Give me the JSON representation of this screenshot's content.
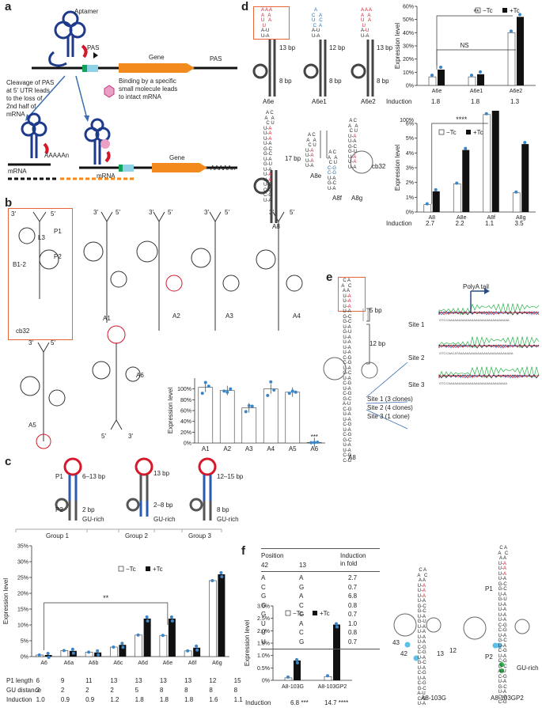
{
  "panels": {
    "a": "a",
    "b": "b",
    "c": "c",
    "d": "d",
    "e": "e",
    "f": "f"
  },
  "panel_a": {
    "aptamer": "Aptamer",
    "pas1": "PAS",
    "gene": "Gene",
    "pas2": "PAS",
    "left_caption": [
      "Cleavage of PAS",
      "at 5′ UTR leads",
      "to the loss of",
      "2nd half of",
      "mRNA"
    ],
    "right_caption": [
      "Binding by a specific",
      "small molecule leads",
      "to intact mRNA"
    ],
    "aaaaa_left": "AAAAAn",
    "aaaaa_right": "AAAAAn",
    "mrna_left": "mRNA",
    "mrna_right": "mRNA",
    "gene2": "Gene"
  },
  "panel_b": {
    "names": [
      "cb32",
      "A1",
      "A2",
      "A3",
      "A4",
      "A5",
      "A6"
    ],
    "labels": {
      "l3": "L3",
      "p1": "P1",
      "p2": "P2",
      "b12": "B1-2"
    },
    "ends": {
      "three": "3′",
      "five": "5′"
    },
    "significance": "***"
  },
  "panel_c": {
    "p1": "P1",
    "p2": "P2",
    "lengths": [
      "6–13 bp",
      "2 bp",
      "13 bp",
      "2–8 bp",
      "12–15 bp",
      "8 bp"
    ],
    "gu_rich": [
      "GU-rich",
      "GU-rich",
      "GU-rich"
    ],
    "groups": [
      "Group 1",
      "Group 2",
      "Group 3"
    ],
    "significance": "**",
    "row_labels": [
      "P1 length",
      "GU distance",
      "Induction"
    ],
    "p1_length": [
      "6",
      "9",
      "11",
      "13",
      "13",
      "13",
      "13",
      "12",
      "15"
    ],
    "gu_distance": [
      "2",
      "2",
      "2",
      "2",
      "5",
      "8",
      "8",
      "8",
      "8"
    ],
    "induction": [
      "1.0",
      "0.9",
      "0.9",
      "1.2",
      "1.8",
      "1.8",
      "1.8",
      "1.6",
      "1.1"
    ]
  },
  "panel_d": {
    "names_top": [
      "A6e",
      "A6e1",
      "A6e2"
    ],
    "names_bottom": [
      "A8",
      "A8e",
      "A8f",
      "A8g",
      "cb32"
    ],
    "lengths": [
      "13 bp",
      "8 bp",
      "12 bp",
      "8 bp",
      "13 bp",
      "8 bp",
      "17 bp"
    ],
    "ns": "NS",
    "sig_top": "**",
    "sig_bottom": "****",
    "induction_label": "Induction",
    "induction_top": [
      "1.8",
      "1.8",
      "1.3"
    ],
    "induction_bottom": [
      "2.7",
      "2.2",
      "1.1",
      "3.5"
    ]
  },
  "panel_e": {
    "name": "A8",
    "lengths": [
      "5 bp",
      "12 bp"
    ],
    "polya": "PolyA tail",
    "sites": [
      "Site 1",
      "Site 2",
      "Site 3"
    ],
    "clones": [
      "Site 1 (3 clones)",
      "Site 2 (4 clones)",
      "Site 3 (1 clone)"
    ],
    "trace_seqs": [
      "GTCCAAAAAAAAAAAAAAAAAAAAAAAAAAAAA",
      "GTCCAACATAAAAAAAAAAAAAAAAAAAAAAAAAA",
      "GTCCAAAAAAAAAAAAAAAAAAAAAAAAAAAA"
    ]
  },
  "panel_f": {
    "table_header": [
      "Position",
      "Induction\nin fold"
    ],
    "pos_header": [
      "42",
      "13"
    ],
    "rows": [
      [
        "A",
        "A",
        "2.7"
      ],
      [
        "C",
        "G",
        "0.7"
      ],
      [
        "G",
        "A",
        "6.8"
      ],
      [
        "G",
        "C",
        "0.8"
      ],
      [
        "G",
        "G",
        "0.7"
      ],
      [
        "U",
        "A",
        "1.0"
      ],
      [
        "U",
        "C",
        "0.8"
      ],
      [
        "U",
        "G",
        "0.7"
      ]
    ],
    "structure_names": [
      "A8-103G",
      "A8-103GP2"
    ],
    "struct_labels": {
      "p1": "P1",
      "p2": "P2",
      "gu": "GU-rich",
      "n43": "43",
      "n42": "42",
      "n13": "13",
      "n12": "12"
    },
    "induction_label": "Induction",
    "induction": [
      "6.8 ***",
      "14.7 ****"
    ]
  },
  "chart_data": [
    {
      "type": "bar",
      "panel": "b",
      "categories": [
        "A1",
        "A2",
        "A3",
        "A4",
        "A5",
        "A6"
      ],
      "values": [
        103,
        97,
        65,
        100,
        94,
        1
      ],
      "points": [
        [
          92,
          112,
          105
        ],
        [
          96,
          94,
          100
        ],
        [
          58,
          69,
          68
        ],
        [
          88,
          113,
          98
        ],
        [
          92,
          96,
          94
        ],
        [
          0.5,
          1,
          1.5
        ]
      ],
      "ylabel": "Expression level",
      "yticks": [
        "0%",
        "20%",
        "40%",
        "60%",
        "80%",
        "100%"
      ],
      "ylim": [
        0,
        120
      ]
    },
    {
      "type": "bar",
      "panel": "c",
      "categories": [
        "A6",
        "A6a",
        "A6b",
        "A6c",
        "A6d",
        "A6e",
        "A6f",
        "A6g"
      ],
      "series": [
        {
          "name": "−Tc",
          "values": [
            0.5,
            1.9,
            1.4,
            3.0,
            6.8,
            6.7,
            1.8,
            24
          ]
        },
        {
          "name": "+Tc",
          "values": [
            0.5,
            1.8,
            1.3,
            3.7,
            12.0,
            12.0,
            2.8,
            26
          ]
        }
      ],
      "ylabel": "Expression level",
      "yticks": [
        "0%",
        "5%",
        "10%",
        "15%",
        "20%",
        "25%",
        "30%",
        "35%"
      ],
      "ylim": [
        0,
        35
      ]
    },
    {
      "type": "bar",
      "panel": "d-top",
      "categories": [
        "A6e",
        "A6e1",
        "A6e2"
      ],
      "series": [
        {
          "name": "−Tc",
          "values": [
            6.5,
            6.5,
            40
          ]
        },
        {
          "name": "+Tc",
          "values": [
            12,
            8.5,
            52
          ]
        }
      ],
      "ylabel": "Expression level",
      "yticks": [
        "0%",
        "10%",
        "20%",
        "30%",
        "40%",
        "50%",
        "60%"
      ],
      "ylim": [
        0,
        60
      ]
    },
    {
      "type": "bar",
      "panel": "d-bottom",
      "categories": [
        "A8",
        "A8e",
        "A8f",
        "A8g"
      ],
      "series": [
        {
          "name": "−Tc",
          "values": [
            0.5,
            1.9,
            102,
            1.3
          ]
        },
        {
          "name": "+Tc",
          "values": [
            1.4,
            4.2,
            118,
            4.6
          ]
        }
      ],
      "ylabel": "Expression level",
      "yticks": [
        "0%",
        "1%",
        "2%",
        "3%",
        "4%",
        "5%",
        "6%",
        "100%"
      ],
      "ylim": [
        0,
        6
      ]
    },
    {
      "type": "bar",
      "panel": "f",
      "categories": [
        "A8-103G",
        "A8-103GP2"
      ],
      "series": [
        {
          "name": "−Tc",
          "values": [
            0.1,
            0.15
          ]
        },
        {
          "name": "+Tc",
          "values": [
            0.8,
            2.25
          ]
        }
      ],
      "ylabel": "Expression level",
      "yticks": [
        "0%",
        "0.5%",
        "1.0%",
        "1.5%",
        "2.0%",
        "2.5%",
        "3.0%"
      ],
      "ylim": [
        0,
        3
      ]
    }
  ],
  "legend": {
    "minus": "−Tc",
    "plus": "+Tc"
  }
}
